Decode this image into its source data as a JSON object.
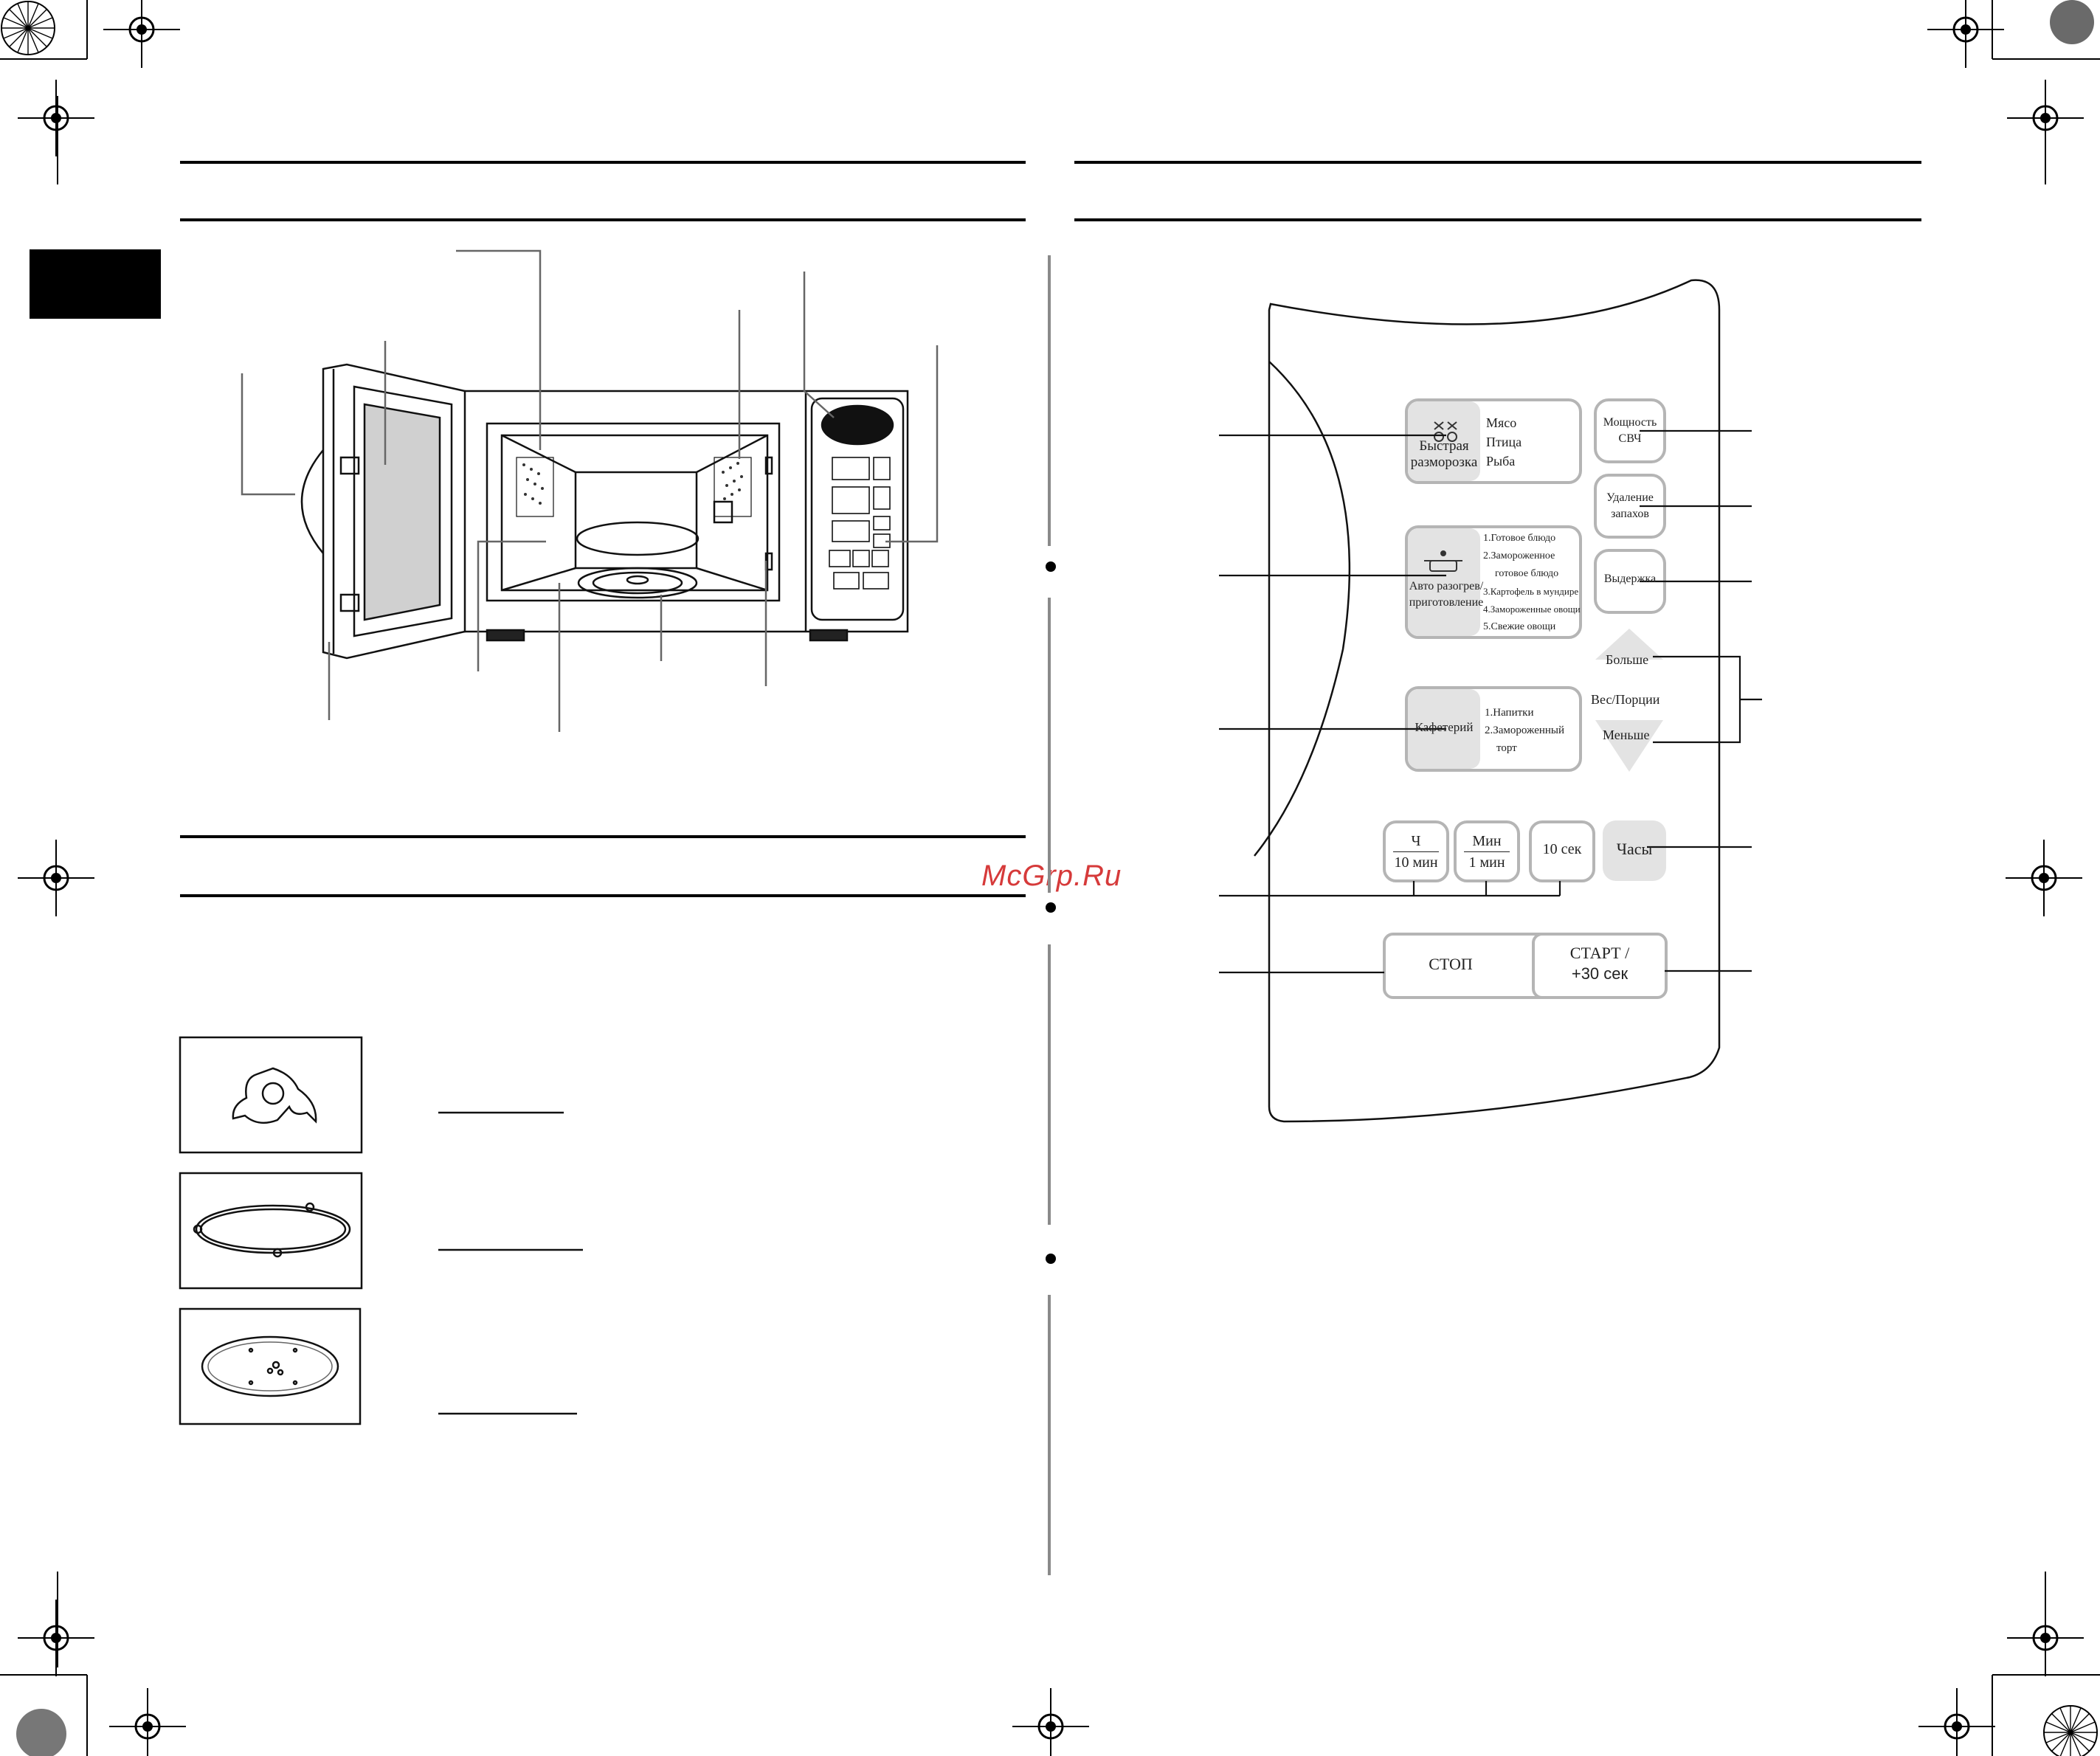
{
  "watermark": "McGrp.Ru",
  "control_panel": {
    "fast_defrost": {
      "line1": "Быстрая",
      "line2": "разморозка",
      "options": [
        "Мясо",
        "Птица",
        "Рыба"
      ]
    },
    "auto_reheat": {
      "line1": "Авто разогрев/",
      "line2": "приготовление",
      "options": [
        "1.Готовое блюдо",
        "2.Замороженное",
        "готовое блюдо",
        "3.Картофель в мундире",
        "4.Замороженные овощи",
        "5.Свежие овощи"
      ]
    },
    "cafeteria": {
      "label": "Кафетерий",
      "options": [
        "1.Напитки",
        "2.Замороженный",
        "торт"
      ]
    },
    "microwave_power": {
      "line1": "Мощность",
      "line2": "СВЧ"
    },
    "odor_removal": {
      "line1": "Удаление",
      "line2": "запахов"
    },
    "standing_time": {
      "label": "Выдержка"
    },
    "more": "Больше",
    "weight_portions": "Вес/Порции",
    "less": "Меньше",
    "hour_button": {
      "line1": "Ч",
      "line2": "10 мин"
    },
    "minute_button": {
      "line1": "Мин",
      "line2": "1 мин"
    },
    "ten_sec_button": "10 сек",
    "clock_button": "Часы",
    "stop_button": "СТОП",
    "start_button": {
      "line1": "СТАРТ /",
      "line2": "+30 сек"
    }
  }
}
